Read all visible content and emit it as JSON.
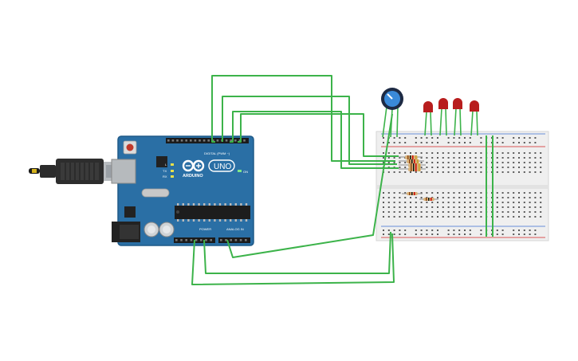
{
  "arduino": {
    "logo_text": "ARDUINO",
    "model_text": "UNO",
    "digital_header_label": "DIGITAL (PWM ~)",
    "power_header_label": "POWER",
    "analog_header_label": "ANALOG IN",
    "on_label": "ON",
    "tx_label": "TX",
    "rx_label": "RX",
    "l_label": "L"
  },
  "colors": {
    "board": "#2a6fa5",
    "board_edge": "#1f5a88",
    "wire": "#3cb34a",
    "led": "#b81d1d",
    "breadboard": "#f1f1f1",
    "rail_red": "#d22",
    "rail_blue": "#3b6fd1"
  },
  "components": {
    "usb_cable": "usb-cable",
    "potentiometer": "potentiometer-knob",
    "leds": [
      "led-1",
      "led-2",
      "led-3",
      "led-4"
    ],
    "resistors": [
      "resistor-1",
      "resistor-2",
      "resistor-3",
      "resistor-4"
    ]
  }
}
